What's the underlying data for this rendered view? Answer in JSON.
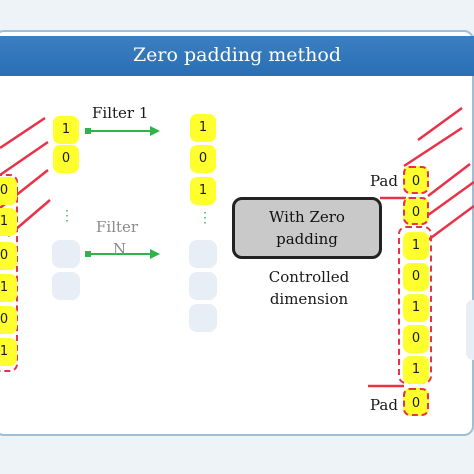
{
  "title": "Zero padding method",
  "input_stack": [
    "0",
    "1",
    "0",
    "1",
    "0",
    "1"
  ],
  "filter1": {
    "label": "Filter 1",
    "values": [
      "1",
      "0"
    ]
  },
  "filterN": {
    "label_line1": "Filter",
    "label_line2": "N",
    "ellipsis": "⋮"
  },
  "result_stack": [
    "1",
    "0",
    "1"
  ],
  "ellipsis": "⋮",
  "process_box": {
    "line1": "With Zero",
    "line2": "padding"
  },
  "caption": {
    "line1": "Controlled",
    "line2": "dimension"
  },
  "output_stack": [
    "0",
    "0",
    "1",
    "0",
    "1",
    "0",
    "1",
    "0"
  ],
  "pad_label": "Pad",
  "colors": {
    "title_bar": "#2f76bb",
    "cell": "#ffff2e",
    "pad_line": "#e8324a",
    "arrow": "#2fb34a",
    "box": "#c9c9c9"
  }
}
